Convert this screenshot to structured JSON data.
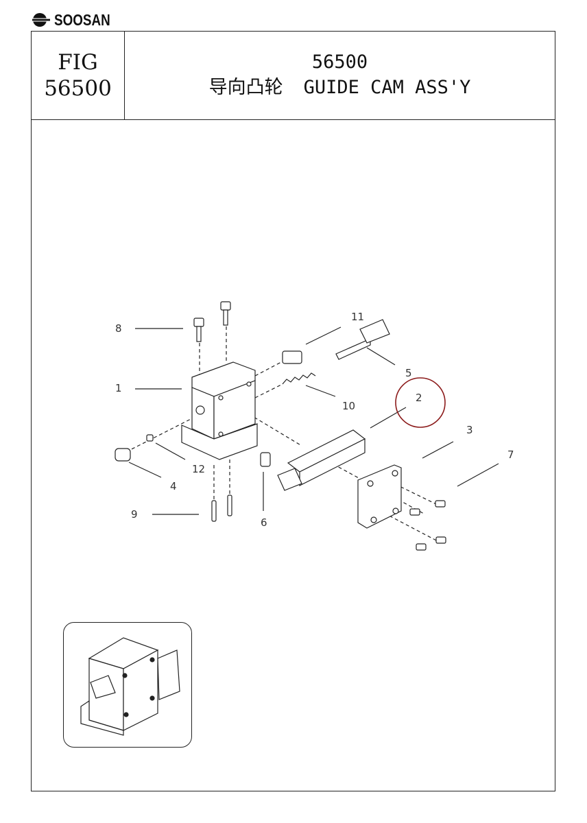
{
  "brand": {
    "name": "SOOSAN",
    "logo_icon": "soosan-logo-icon"
  },
  "header": {
    "fig_label": "FIG",
    "fig_number": "56500",
    "title_number": "56500",
    "title_cn": "导向凸轮",
    "title_en": "GUIDE CAM ASS'Y"
  },
  "callouts": [
    "1",
    "2",
    "3",
    "4",
    "5",
    "6",
    "7",
    "8",
    "9",
    "10",
    "11",
    "12"
  ],
  "highlight_color": "#8b1a1a",
  "line_color": "#222222"
}
